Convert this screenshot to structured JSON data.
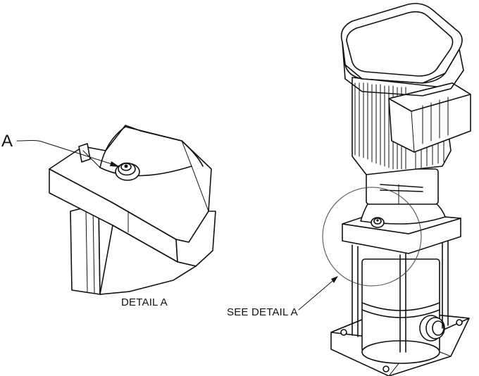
{
  "labels": {
    "callout": "A",
    "detail_caption": "DETAIL A",
    "see_detail_caption": "SEE DETAIL A"
  },
  "colors": {
    "line": "#111111",
    "background": "#ffffff"
  },
  "icons": {
    "pump": "vertical-multistage-pump-drawing",
    "detail": "detail-a-enlarged-view",
    "plug": "vent-plug-drawing"
  }
}
